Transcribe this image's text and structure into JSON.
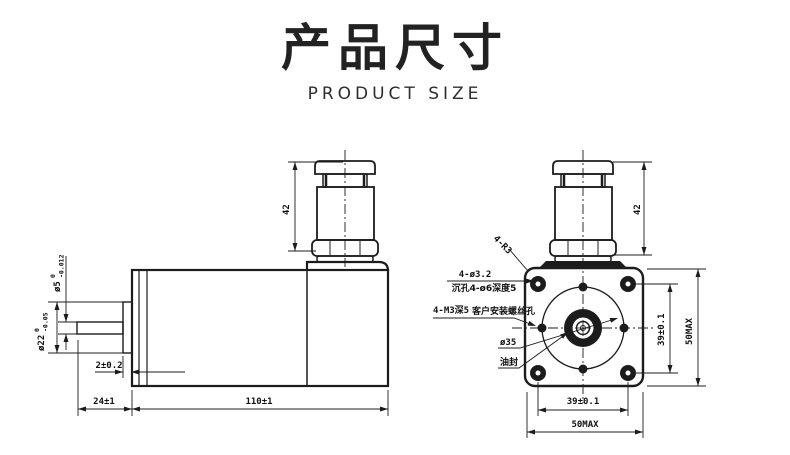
{
  "title": {
    "zh": "产品尺寸",
    "en": "PRODUCT SIZE"
  },
  "colors": {
    "line": "#1c1c1c",
    "text": "#111111"
  },
  "side_view": {
    "shaft_dia": {
      "value": "ø5",
      "tol_top": "0",
      "tol_bottom": "-0.012"
    },
    "boss_dia": {
      "value": "ø22",
      "tol_top": "0",
      "tol_bottom": "-0.05"
    },
    "boss_length": "2±0.2",
    "shaft_length": "24±1",
    "body_length": "110±1",
    "motor_height": "42"
  },
  "front_view": {
    "motor_height": "42",
    "corner_radius": "4-R3",
    "corner_holes": "4-ø3.2",
    "counterbore": "沉孔4-ø6深度5",
    "mount_holes": "4-M3深5",
    "mount_holes_note": "客户安装螺丝孔",
    "bolt_circle_dia": "ø35",
    "oil_seal": "油封",
    "hole_spacing_vertical": "39±0.1",
    "flange_height": "50MAX",
    "hole_spacing_horizontal": "39±0.1",
    "flange_width": "50MAX"
  }
}
